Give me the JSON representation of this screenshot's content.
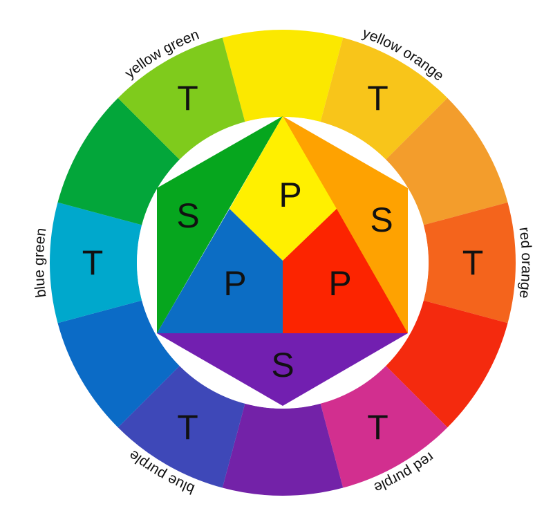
{
  "ring": [
    {
      "name": "yellow",
      "color": "#fbe800",
      "letter": ""
    },
    {
      "name": "yellow orange",
      "color": "#f8c51a",
      "letter": "T",
      "label": "yellow orange"
    },
    {
      "name": "orange",
      "color": "#f39d2c",
      "letter": ""
    },
    {
      "name": "red orange",
      "color": "#f4641c",
      "letter": "T",
      "label": "red orange"
    },
    {
      "name": "red",
      "color": "#f42a0e",
      "letter": ""
    },
    {
      "name": "red purple",
      "color": "#d22f8f",
      "letter": "T",
      "label": "red purple"
    },
    {
      "name": "purple",
      "color": "#7322a8",
      "letter": ""
    },
    {
      "name": "blue purple",
      "color": "#3e48b8",
      "letter": "T",
      "label": "blue purple"
    },
    {
      "name": "blue",
      "color": "#0b6bc6",
      "letter": ""
    },
    {
      "name": "blue green",
      "color": "#00a8cc",
      "letter": "T",
      "label": "blue green"
    },
    {
      "name": "green",
      "color": "#03a63a",
      "letter": ""
    },
    {
      "name": "yellow green",
      "color": "#7fcb1c",
      "letter": "T",
      "label": "yellow green"
    }
  ],
  "inner": {
    "primary_letter": "P",
    "secondary_letter": "S",
    "colors": {
      "yellow": "#fff000",
      "red": "#fc2400",
      "blue": "#0c6dc4",
      "green": "#06a61e",
      "orange": "#fea201",
      "purple": "#721fb0"
    }
  }
}
